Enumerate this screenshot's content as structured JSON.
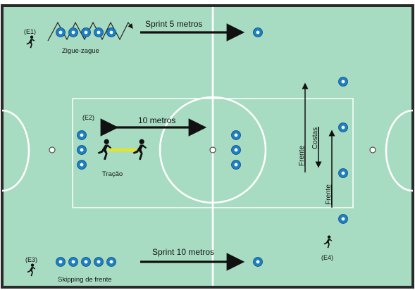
{
  "colors": {
    "field": "#a8dcc2",
    "field_border": "#2a2a2a",
    "lines": "#ffffff",
    "cone_outer": "#1d7fc4",
    "cone_inner": "#ffffff",
    "arrow": "#111111",
    "rope": "#f2e600"
  },
  "stations": {
    "e1": {
      "label": "(E1)",
      "drill": "Zigue-zague",
      "sprint": "Sprint 5 metros"
    },
    "e2": {
      "label": "(E2)",
      "distance": "10 metros",
      "drill": "Tração"
    },
    "e3": {
      "label": "(E3)",
      "drill": "Skipping de frente",
      "sprint": "Sprint 10 metros"
    },
    "e4": {
      "label": "(E4)",
      "front_label_1": "Frente",
      "back_label": "Costas",
      "front_label_2": "Frente"
    }
  },
  "icons": {
    "player": "running-player-icon",
    "cone": "cone-marker-icon"
  }
}
